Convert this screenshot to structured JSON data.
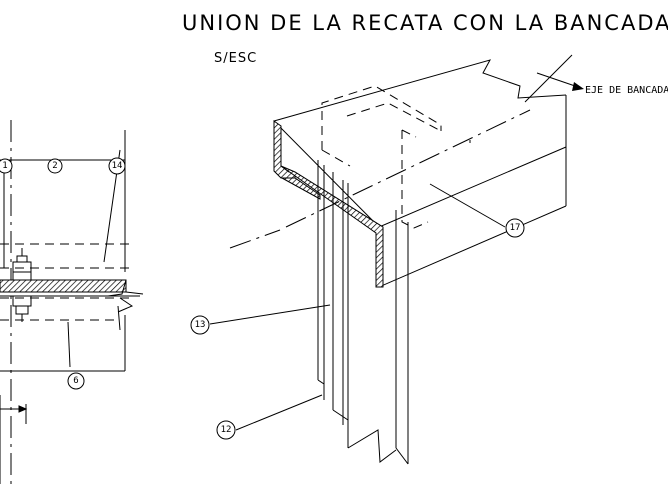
{
  "title": "UNION DE LA RECATA CON LA BANCADA",
  "scale": "S/ESC",
  "axis_label": "EJE DE BANCADA",
  "callouts": {
    "c1": "1",
    "c2": "2",
    "c14": "14",
    "c6": "6",
    "c17": "17",
    "c13": "13",
    "c12": "12"
  }
}
